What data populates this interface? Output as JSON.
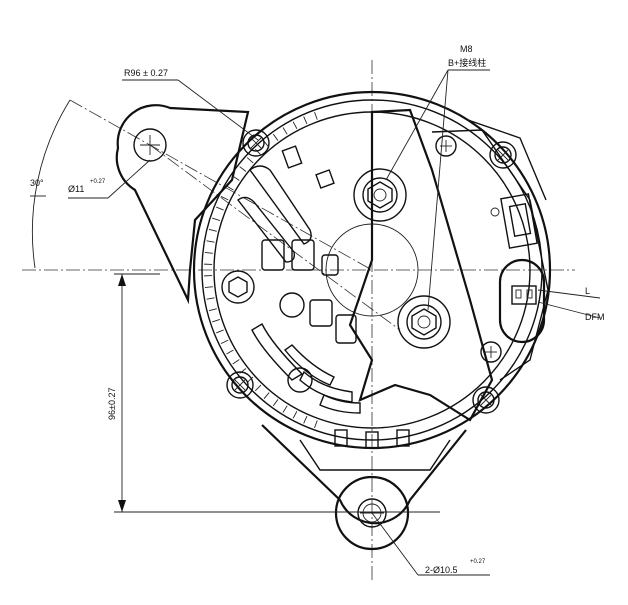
{
  "labels": {
    "r96": "R96 ± 0.27",
    "m8": "M8",
    "b_terminal": "B+接线柱",
    "angle": "30°",
    "hole_top": "Ø11",
    "hole_top_tol": "+0.27",
    "vertical_dim": "96±0.27",
    "l_terminal": "L",
    "dfm_terminal": "DFM",
    "hole_bottom": "2-Ø10.5",
    "hole_bottom_tol": "+0.27"
  }
}
